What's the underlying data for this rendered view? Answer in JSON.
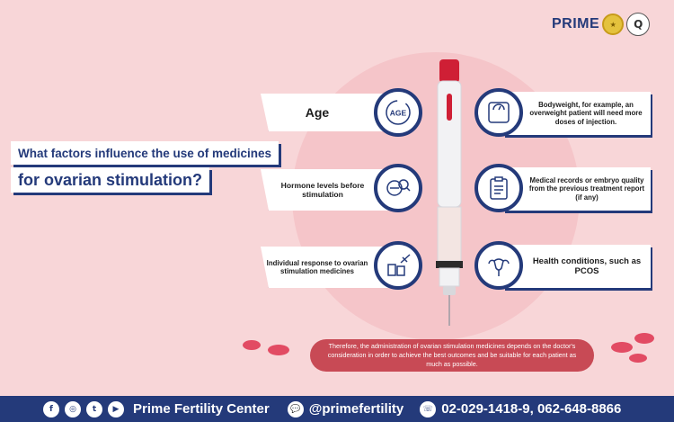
{
  "logo": {
    "brand": "PRIME",
    "seal_text": "★",
    "q_badge": "Q"
  },
  "title": {
    "line1": "What factors influence the use of medicines",
    "line2": "for ovarian stimulation?"
  },
  "factors_left": [
    {
      "text": "Age",
      "icon": "age-icon"
    },
    {
      "text": "Hormone levels before stimulation",
      "icon": "hormone-icon"
    },
    {
      "text": "Individual response to ovarian stimulation medicines",
      "icon": "medicine-response-icon"
    }
  ],
  "factors_right": [
    {
      "text": "Bodyweight, for example, an overweight patient will need more doses of injection.",
      "icon": "scale-icon"
    },
    {
      "text": "Medical records or embryo quality from the previous treatment report (if any)",
      "icon": "clipboard-icon"
    },
    {
      "text": "Health conditions, such as PCOS",
      "icon": "uterus-icon"
    }
  ],
  "age_icon_text": "AGE",
  "note": "Therefore, the administration of ovarian stimulation medicines depends on the doctor's consideration in order to achieve the best outcomes and be suitable for each patient as much as possible.",
  "footer": {
    "icons": [
      "facebook-icon",
      "instagram-icon",
      "twitter-icon",
      "youtube-icon"
    ],
    "center_name": "Prime Fertility Center",
    "line_handle": "@primefertility",
    "phones": "02-029-1418-9, 062-648-8866"
  },
  "colors": {
    "navy": "#243a7a",
    "background": "#f8d6d8",
    "accent_red": "#c84a55",
    "pill": "#e24b63"
  }
}
